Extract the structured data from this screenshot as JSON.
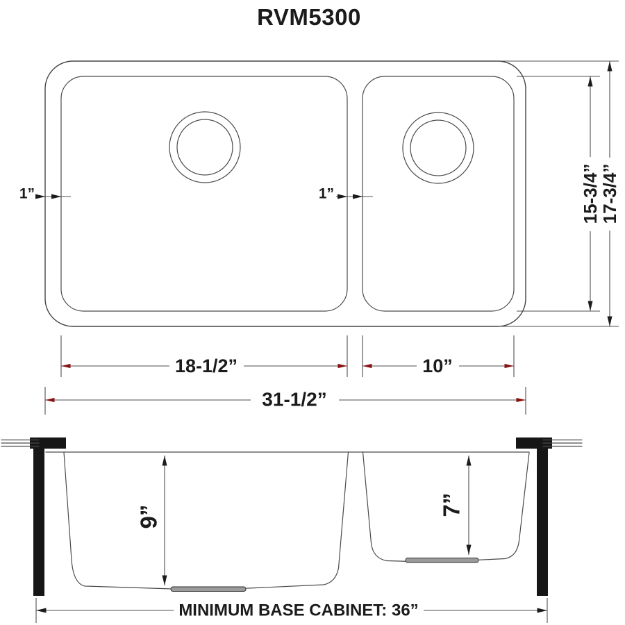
{
  "page": {
    "title": "RVM5300"
  },
  "top_view": {
    "left_reveal": "1”",
    "right_reveal": "1”",
    "left_bowl_width": "18-1/2”",
    "right_bowl_width": "10”",
    "overall_width": "31-1/2”",
    "bowl_front_to_back": "15-3/4”",
    "overall_front_to_back": "17-3/4”"
  },
  "section_view": {
    "left_bowl_depth": "9”",
    "right_bowl_depth": "7”",
    "base_cabinet_note": "MINIMUM BASE CABINET: 36”"
  },
  "colors": {
    "line": "#454545",
    "text": "#1b1b1b",
    "accent_arrowhead": "#8a1111",
    "black_arrowhead": "#1c1c1c",
    "cabinet_solid": "#161616",
    "drain_slab_fill": "#9b9b9b",
    "background": "#ffffff"
  }
}
